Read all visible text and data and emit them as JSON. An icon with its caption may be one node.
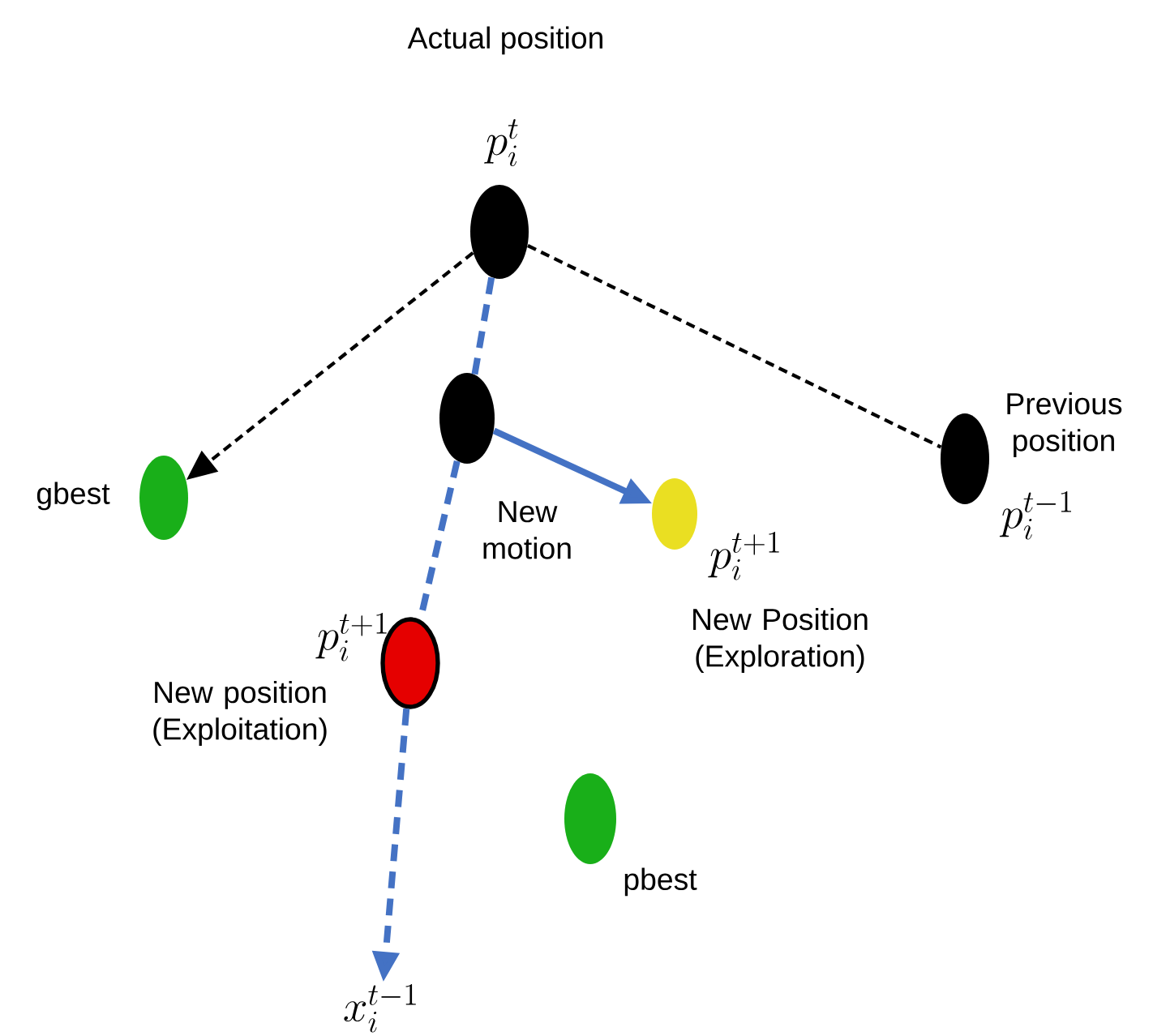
{
  "diagram": {
    "nodes": [
      {
        "text": [],
        "shape": "circle",
        "beside": [
          "Actual position",
          "p_i^t"
        ]
      },
      {
        "text": [],
        "shape": "circle",
        "beside": [
          "New motion"
        ]
      },
      {
        "text": [],
        "shape": "circle",
        "beside": [
          "gbest"
        ]
      },
      {
        "text": [],
        "shape": "circle",
        "beside": [
          "p_i^{t+1}",
          "New Position (Exploration)"
        ]
      },
      {
        "text": [],
        "shape": "circle",
        "beside": [
          "Previous position",
          "p_i^{t-1}"
        ]
      },
      {
        "text": [],
        "shape": "circle",
        "beside": [
          "p_i^{t+1}",
          "New position (Exploitation)"
        ]
      },
      {
        "text": [],
        "shape": "circle",
        "beside": [
          "pbest"
        ]
      },
      {
        "text": [
          "x_i^{t-1}"
        ]
      }
    ],
    "edges": [
      {
        "from": 0,
        "to": 2,
        "arrow": "to",
        "style": "dashed",
        "color": "#000000"
      },
      {
        "from": 0,
        "to": 4,
        "arrow": "none",
        "style": "dashed",
        "color": "#000000"
      },
      {
        "from": 0,
        "to": 1,
        "arrow": "none",
        "style": "dashed"
      },
      {
        "from": 1,
        "to": 5,
        "arrow": "none",
        "style": "dashed"
      },
      {
        "from": 5,
        "to": 7,
        "arrow": "to",
        "style": "dashed"
      },
      {
        "from": 1,
        "to": 3,
        "arrow": "to"
      }
    ]
  }
}
